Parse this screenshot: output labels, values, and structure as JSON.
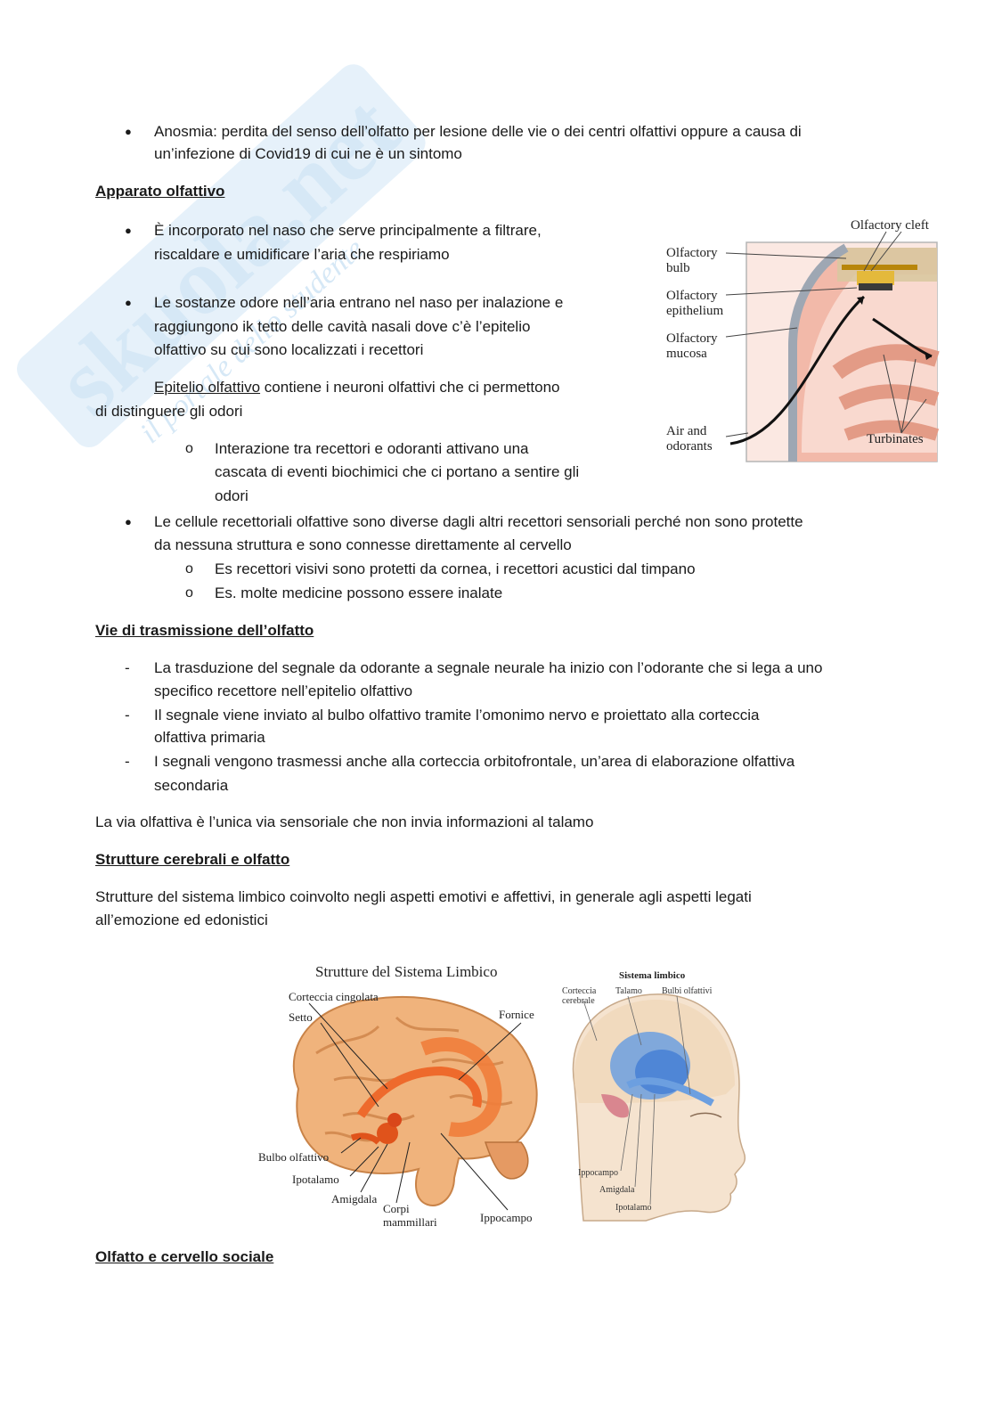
{
  "watermark": {
    "brand": "skuola.net",
    "tagline": "il portale dello studente"
  },
  "section1": {
    "anosmia_line1": "Anosmia: perdita del senso dell’olfatto per lesione delle vie o dei centri olfattivi oppure a causa di",
    "anosmia_line2": "un’infezione di Covid19 di cui ne è un sintomo"
  },
  "apparato": {
    "heading": "Apparato olfattivo",
    "b1_line1": "È incorporato nel naso che serve principalmente a filtrare,",
    "b1_line2": "riscaldare e umidificare l’aria che respiriamo",
    "b2_line1": "Le sostanze odore nell’aria entrano nel naso per inalazione e",
    "b2_line2": "raggiungono ik tetto delle cavità nasali dove c’è l’epitelio",
    "b2_line3": "olfattivo su cui sono localizzati i recettori",
    "epitelio_term": "Epitelio olfattivo",
    "epitelio_rest": " contiene i neuroni olfattivi che ci permettono",
    "epitelio_line2": "di distinguere gli odori",
    "sub1_line1": "Interazione tra recettori e odoranti attivano una",
    "sub1_line2": "cascata di eventi biochimici che ci portano a sentire gli",
    "sub1_line3": "odori",
    "b3_line1": "Le cellule recettoriali olfattive sono diverse dagli altri recettori sensoriali perché non sono protette",
    "b3_line2": "da nessuna struttura e sono connesse direttamente al cervello",
    "sub2": "Es recettori visivi sono protetti da cornea, i recettori acustici dal timpano",
    "sub3": "Es. molte medicine possono essere inalate"
  },
  "nose_figure": {
    "olfactory_cleft": "Olfactory cleft",
    "bulb_1": "Olfactory",
    "bulb_2": "bulb",
    "epithelium_1": "Olfactory",
    "epithelium_2": "epithelium",
    "mucosa_1": "Olfactory",
    "mucosa_2": "mucosa",
    "air_1": "Air and",
    "air_2": "odorants",
    "turbinates": "Turbinates"
  },
  "vie": {
    "heading": "Vie di trasmissione dell’olfatto",
    "d1_line1": "La trasduzione del segnale da odorante a segnale neurale ha inizio con l’odorante che si lega a uno",
    "d1_line2": "specifico recettore nell’epitelio olfattivo",
    "d2_line1": "Il segnale viene inviato al bulbo olfattivo tramite l’omonimo nervo e proiettato alla corteccia",
    "d2_line2": "olfattiva primaria",
    "d3_line1": "I segnali vengono trasmessi anche alla corteccia orbitofrontale, un’area di elaborazione olfattiva",
    "d3_line2": "secondaria",
    "note": "La via olfattiva è l’unica via sensoriale che non invia informazioni al talamo"
  },
  "strutture": {
    "heading": "Strutture cerebrali e olfatto",
    "p_line1": "Strutture del sistema limbico coinvolto negli aspetti emotivi e affettivi, in generale agli aspetti legati",
    "p_line2": "all’emozione ed edonistici"
  },
  "limbic_figure": {
    "title": "Strutture del Sistema Limbico",
    "corteccia_cingolata": "Corteccia cingolata",
    "setto": "Setto",
    "fornice": "Fornice",
    "bulbo_olfattivo": "Bulbo olfattivo",
    "ipotalamo": "Ipotalamo",
    "amigdala": "Amigdala",
    "corpi_1": "Corpi",
    "corpi_2": "mammillari",
    "ippocampo": "Ippocampo"
  },
  "head_figure": {
    "title": "Sistema limbico",
    "corteccia_1": "Corteccia",
    "corteccia_2": "cerebrale",
    "talamo": "Talamo",
    "bulbi": "Bulbi olfattivi",
    "ippocampo": "Ippocampo",
    "amigdala": "Amigdala",
    "ipotalamo": "Ipotalamo"
  },
  "olfatto_sociale": {
    "heading": "Olfatto e cervello sociale"
  }
}
